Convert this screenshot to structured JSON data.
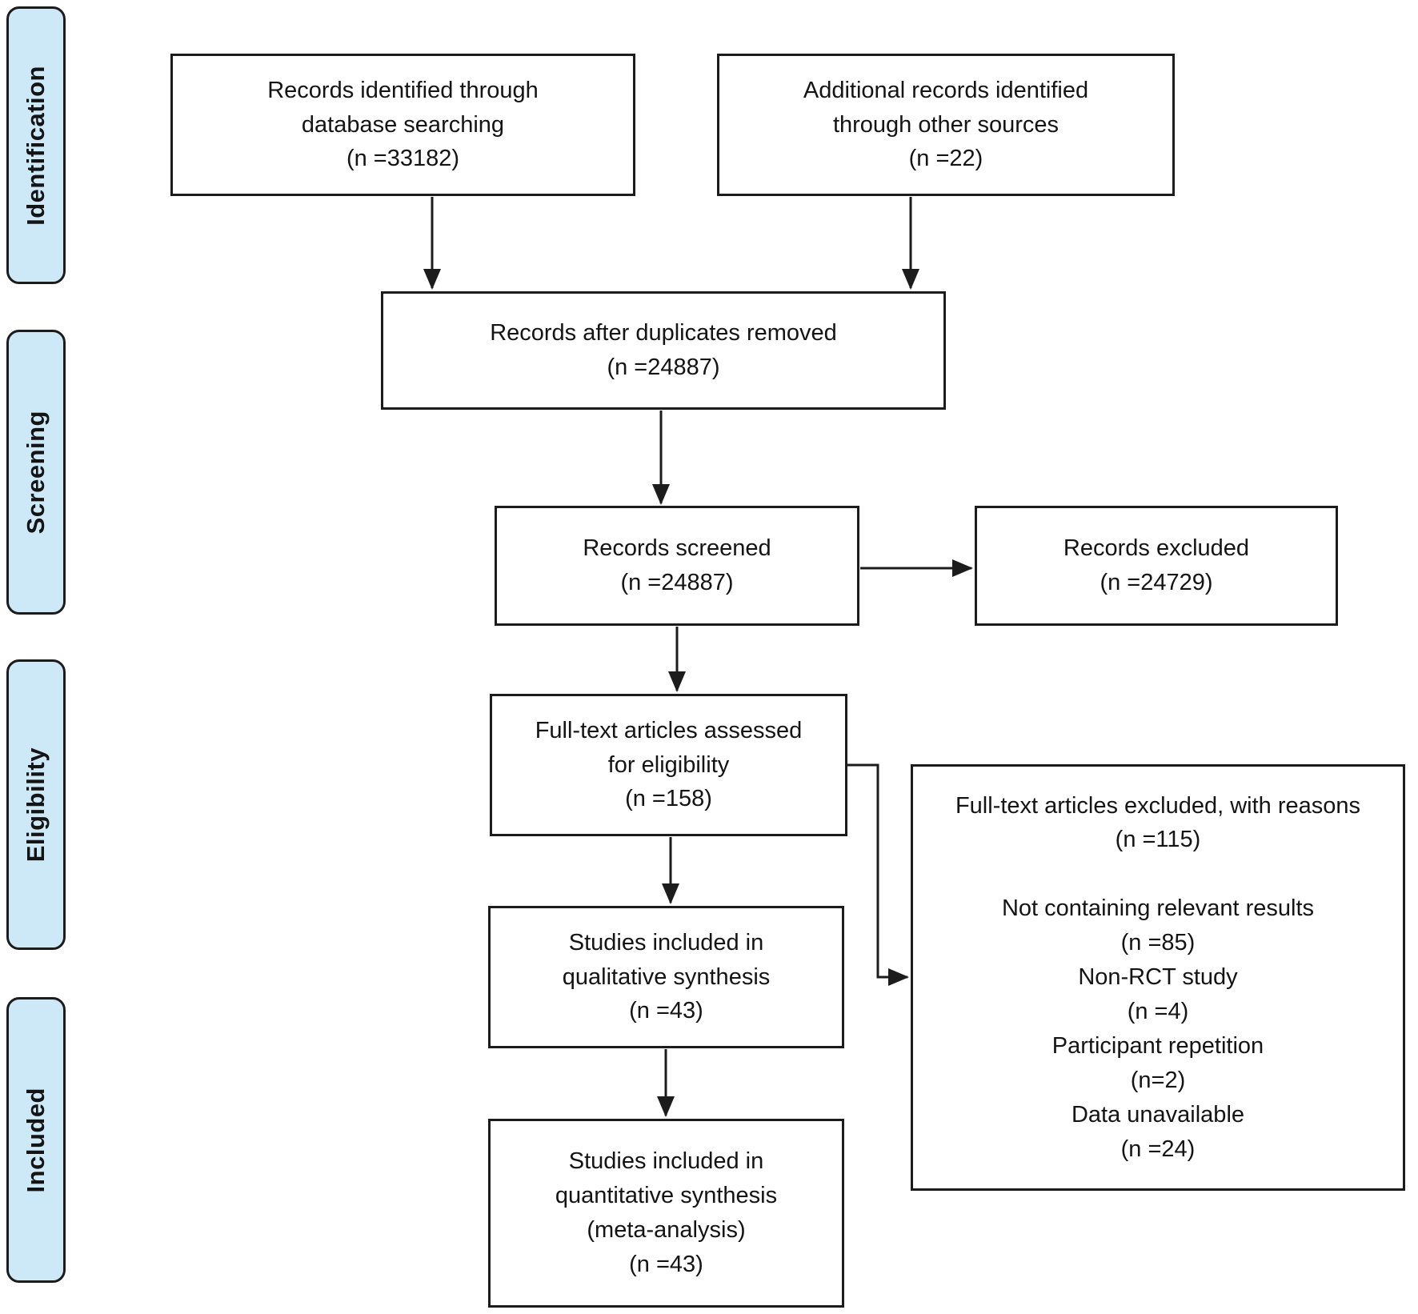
{
  "title": "PRISMA study selection flow diagram",
  "colors": {
    "stage_tab_fill": "#cde9f8",
    "line_color": "#1c1c1c",
    "box_fill": "#ffffff"
  },
  "stages": [
    {
      "label": "Identification"
    },
    {
      "label": "Screening"
    },
    {
      "label": "Eligibility"
    },
    {
      "label": "Included"
    }
  ],
  "boxes": {
    "identified": "Records identified through\ndatabase searching\n(n =33182)",
    "additional": "Additional records identified\nthrough other sources\n(n =22)",
    "deduplicated": "Records after duplicates removed\n(n =24887)",
    "screened": "Records screened\n(n =24887)",
    "excluded": "Records excluded\n(n =24729)",
    "fulltext_assessed": "Full-text articles assessed\nfor eligibility\n(n =158)",
    "fulltext_excluded": "Full-text articles excluded, with reasons\n(n =115)\n\nNot containing relevant results\n(n =85)\nNon-RCT study\n(n =4)\nParticipant repetition\n(n=2)\nData unavailable\n(n =24)",
    "qualitative": "Studies included in\nqualitative synthesis\n(n =43)",
    "quantitative": "Studies included in\nquantitative synthesis\n(meta-analysis)\n(n =43)"
  }
}
